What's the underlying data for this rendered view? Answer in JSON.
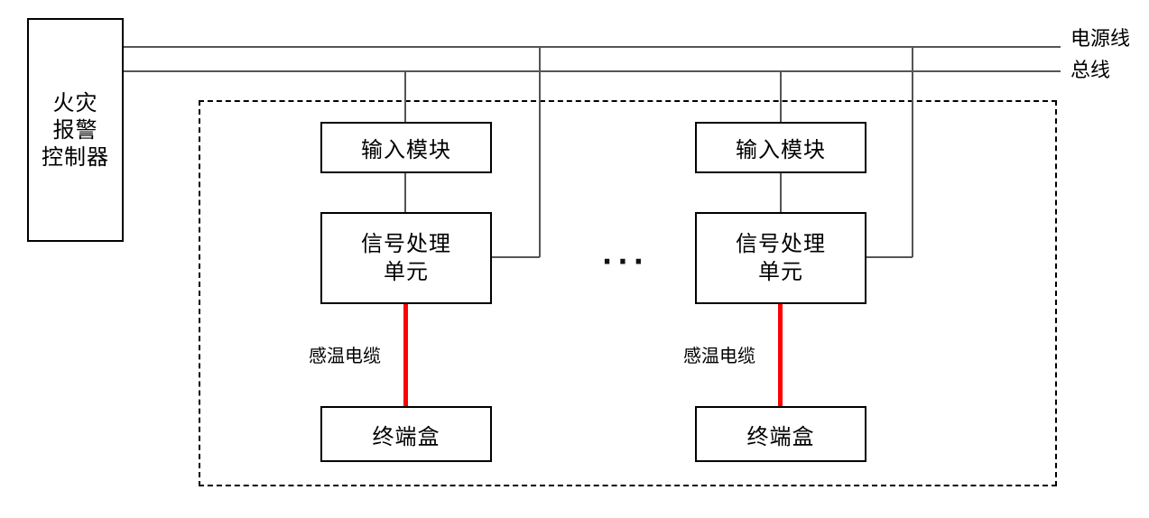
{
  "diagram": {
    "controller_label": "火灾\n报警\n控制器",
    "power_line_label": "电源线",
    "bus_line_label": "总线",
    "ellipsis": "···",
    "units": [
      {
        "input_module_label": "输入模块",
        "signal_unit_label": "信号处理\n单元",
        "cable_label": "感温电缆",
        "terminal_label": "终端盒"
      },
      {
        "input_module_label": "输入模块",
        "signal_unit_label": "信号处理\n单元",
        "cable_label": "感温电缆",
        "terminal_label": "终端盒"
      }
    ],
    "colors": {
      "cable_red": "#ff0000",
      "connector_gray": "#555555",
      "border_black": "#000000"
    }
  }
}
